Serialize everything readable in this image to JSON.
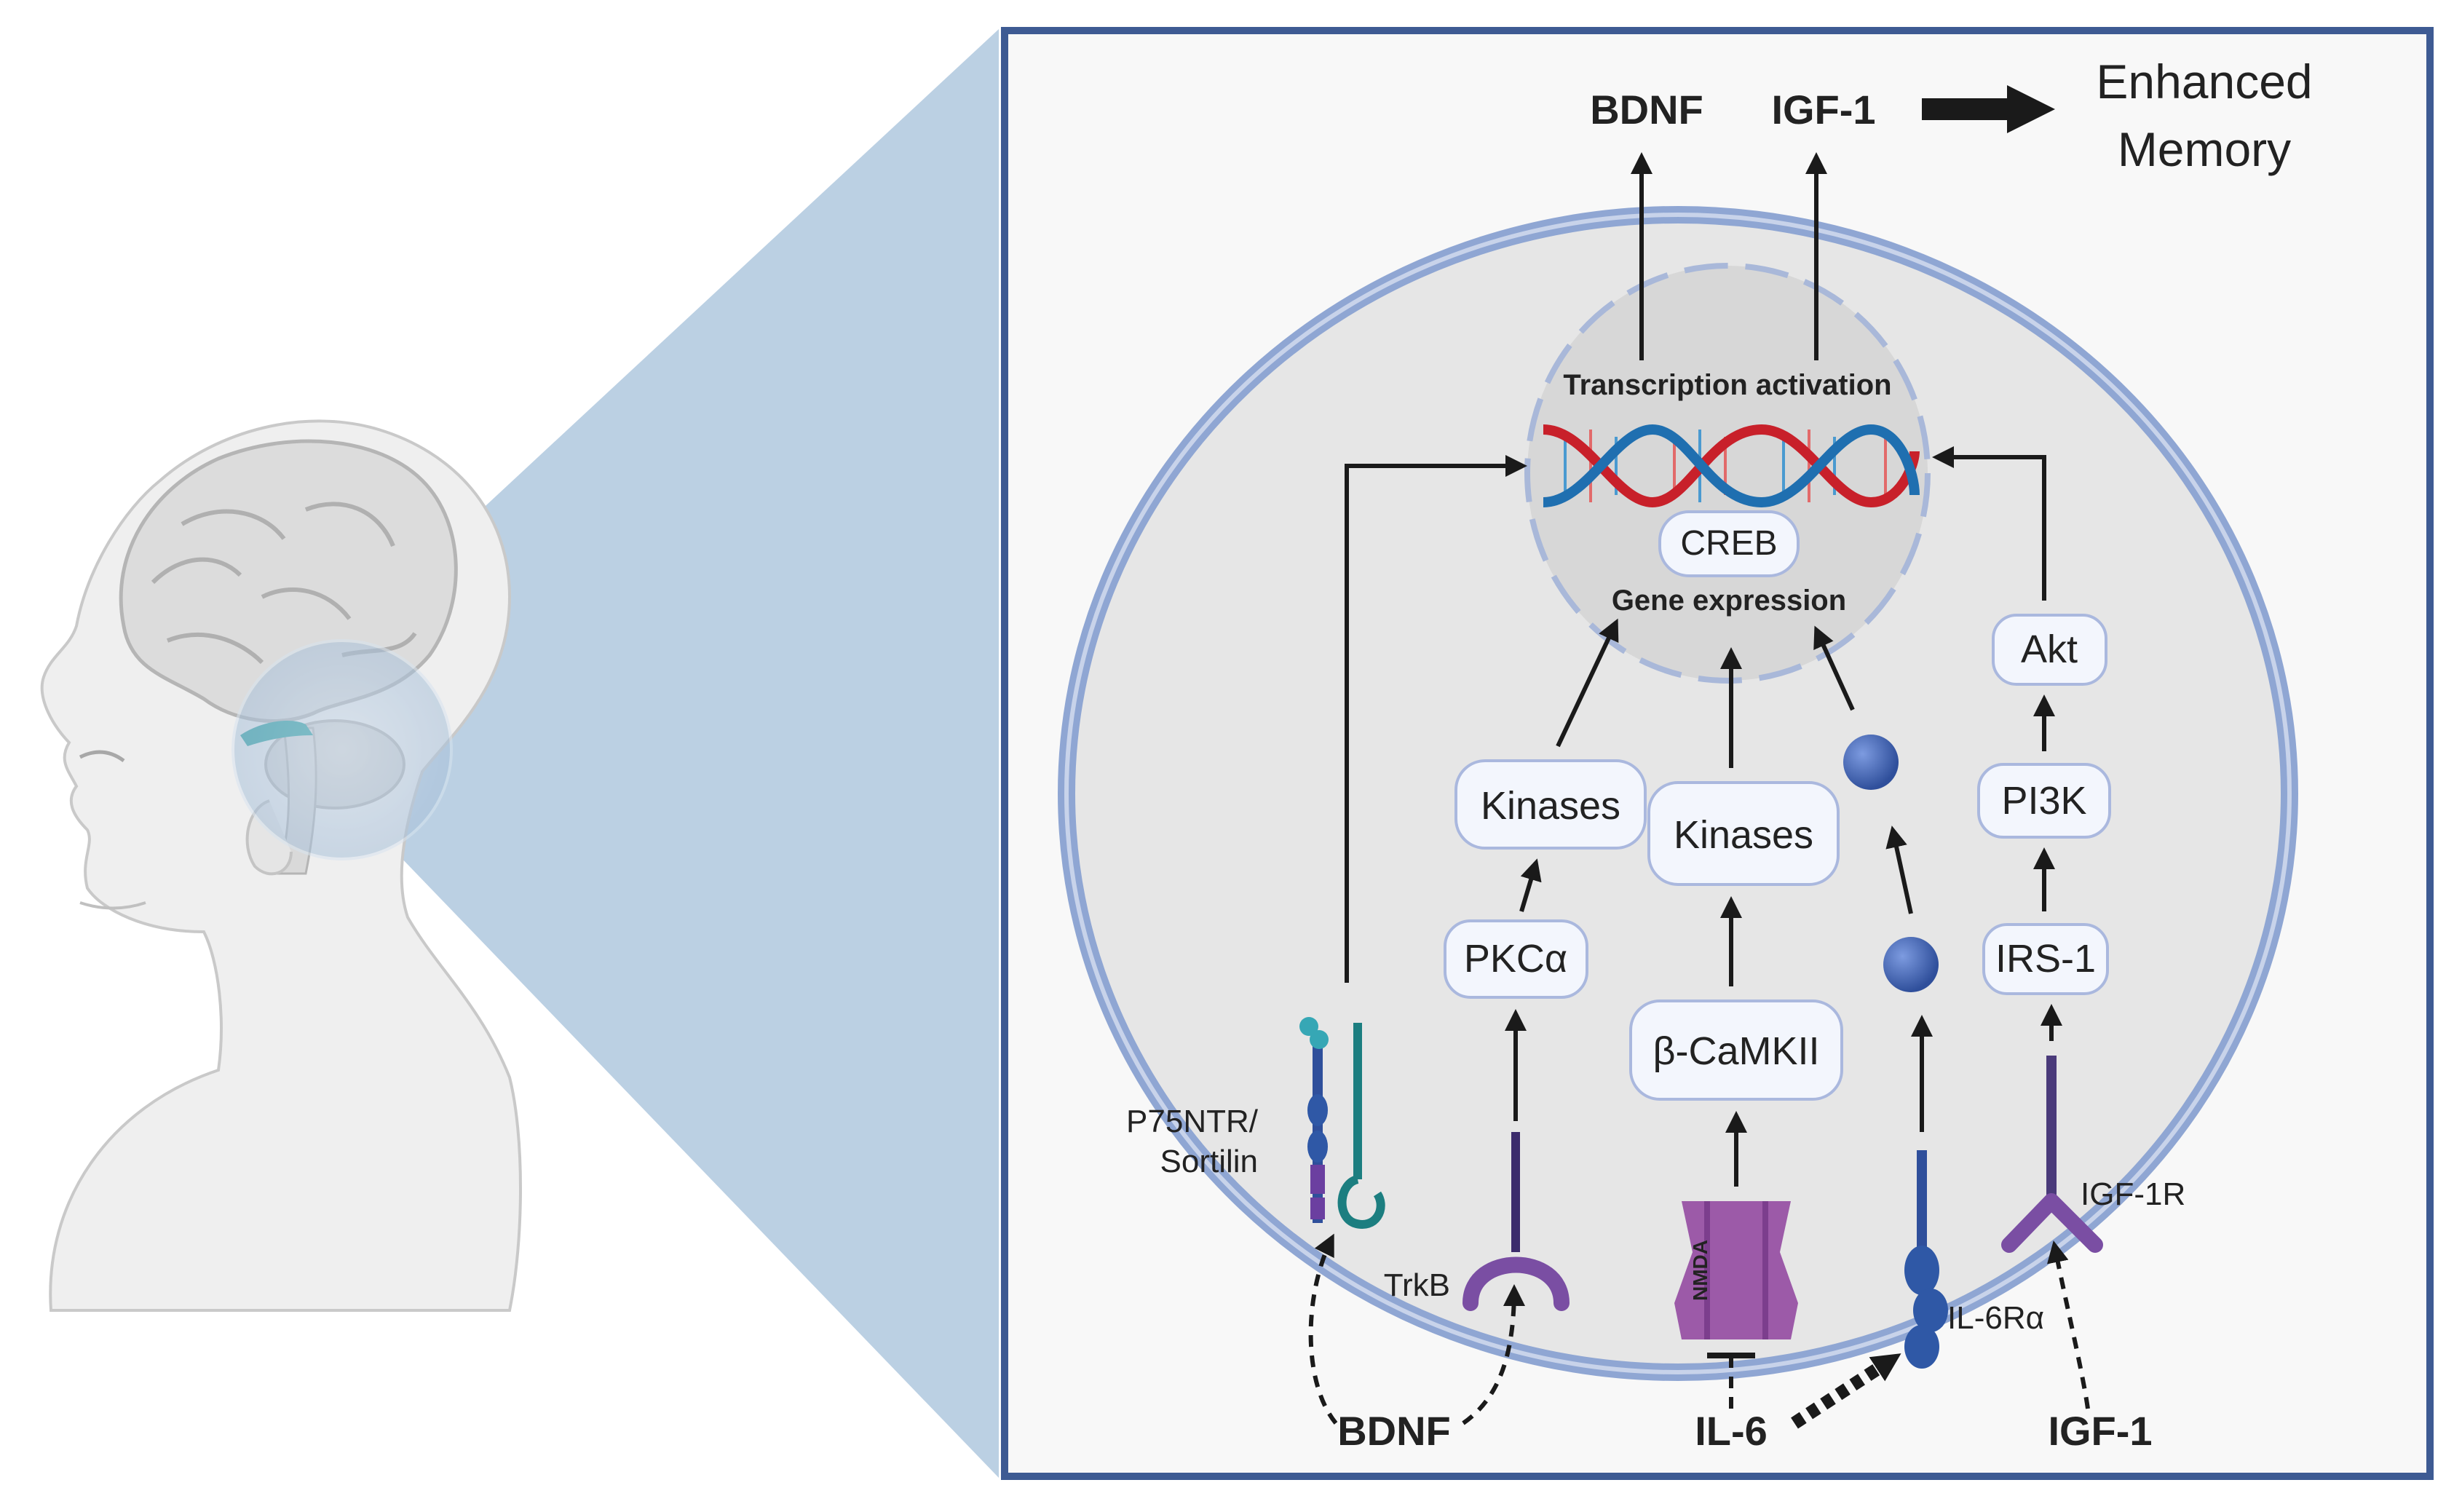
{
  "diagram": {
    "outputs": {
      "bdnf": "BDNF",
      "igf1": "IGF-1",
      "result_line1": "Enhanced",
      "result_line2": "Memory"
    },
    "nucleus": {
      "transcription": "Transcription activation",
      "creb": "CREB",
      "gene_expression": "Gene expression"
    },
    "nodes": {
      "kinases_left": "Kinases",
      "kinases_center": "Kinases",
      "pkc": "PKCα",
      "camkii": "β-CaMKII",
      "akt": "Akt",
      "pi3k": "PI3K",
      "irs1": "IRS-1"
    },
    "receptors": {
      "p75_line1": "P75NTR/",
      "p75_line2": "Sortilin",
      "trkb": "TrkB",
      "nmda": "NMDA",
      "il6ra": "IL-6Rα",
      "igf1r": "IGF-1R"
    },
    "ligands": {
      "bdnf": "BDNF",
      "il6": "IL-6",
      "igf1": "IGF-1"
    },
    "colors": {
      "frame": "#3e5b93",
      "cell_membrane": "#8fa6d3",
      "cell_fill": "#e6e6e6",
      "zoom_cone": "#b7cde2",
      "dna_red": "#c8202a",
      "dna_blue": "#1f6fb0",
      "trkb": "#7a4ea3",
      "nmda": "#9c5aa8",
      "il6r": "#2f58a6",
      "sortilin": "#1c7e80"
    }
  }
}
